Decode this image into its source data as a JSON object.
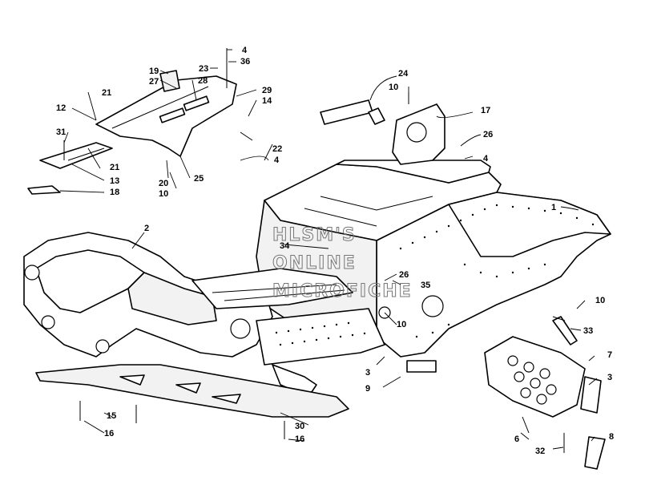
{
  "watermark": {
    "lines": [
      "HLSM'S",
      "ONLINE",
      "MICROFICHE"
    ],
    "color": "#777777"
  },
  "callouts": [
    {
      "id": "c1",
      "label": "1"
    },
    {
      "id": "c2",
      "label": "2"
    },
    {
      "id": "c3a",
      "label": "3"
    },
    {
      "id": "c3b",
      "label": "3"
    },
    {
      "id": "c4a",
      "label": "4"
    },
    {
      "id": "c4b",
      "label": "4"
    },
    {
      "id": "c4c",
      "label": "4"
    },
    {
      "id": "c6",
      "label": "6"
    },
    {
      "id": "c7",
      "label": "7"
    },
    {
      "id": "c8",
      "label": "8"
    },
    {
      "id": "c9",
      "label": "9"
    },
    {
      "id": "c10a",
      "label": "10"
    },
    {
      "id": "c10b",
      "label": "10"
    },
    {
      "id": "c10c",
      "label": "10"
    },
    {
      "id": "c10d",
      "label": "10"
    },
    {
      "id": "c12",
      "label": "12"
    },
    {
      "id": "c13",
      "label": "13"
    },
    {
      "id": "c14",
      "label": "14"
    },
    {
      "id": "c15",
      "label": "15"
    },
    {
      "id": "c16a",
      "label": "16"
    },
    {
      "id": "c16b",
      "label": "16"
    },
    {
      "id": "c17",
      "label": "17"
    },
    {
      "id": "c18",
      "label": "18"
    },
    {
      "id": "c19",
      "label": "19"
    },
    {
      "id": "c20",
      "label": "20"
    },
    {
      "id": "c21a",
      "label": "21"
    },
    {
      "id": "c21b",
      "label": "21"
    },
    {
      "id": "c22",
      "label": "22"
    },
    {
      "id": "c23",
      "label": "23"
    },
    {
      "id": "c24",
      "label": "24"
    },
    {
      "id": "c25",
      "label": "25"
    },
    {
      "id": "c26a",
      "label": "26"
    },
    {
      "id": "c26b",
      "label": "26"
    },
    {
      "id": "c27",
      "label": "27"
    },
    {
      "id": "c28",
      "label": "28"
    },
    {
      "id": "c29",
      "label": "29"
    },
    {
      "id": "c30",
      "label": "30"
    },
    {
      "id": "c31",
      "label": "31"
    },
    {
      "id": "c32",
      "label": "32"
    },
    {
      "id": "c33",
      "label": "33"
    },
    {
      "id": "c34",
      "label": "34"
    },
    {
      "id": "c35",
      "label": "35"
    },
    {
      "id": "c36",
      "label": "36"
    }
  ]
}
